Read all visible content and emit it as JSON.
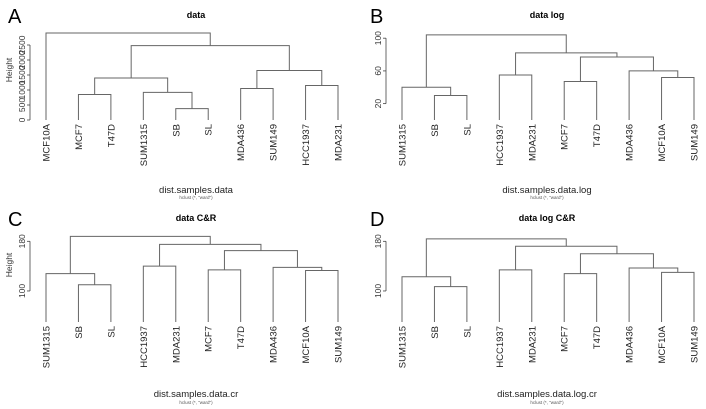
{
  "panels": [
    {
      "letter": "A",
      "title": "data",
      "xlabel": "dist.samples.data",
      "sub": "hclust (*, \"ward\")",
      "ylabel": "Height",
      "yticks": [
        0,
        500,
        1000,
        1500,
        2000,
        2500
      ],
      "ytick_labels": [
        "0",
        "500",
        "1000",
        "1500",
        "2000",
        "2500"
      ],
      "ymin": 0,
      "ymax": 3000,
      "leaves": [
        "MCF10A",
        "MCF7",
        "T47D",
        "SUM1315",
        "SB",
        "SL",
        "MDA436",
        "SUM149",
        "HCC1937",
        "MDA231"
      ],
      "merges": [
        [
          [
            4
          ],
          [
            5
          ],
          380
        ],
        [
          [
            1
          ],
          [
            2
          ],
          850
        ],
        [
          [
            3
          ],
          [
            4,
            5
          ],
          920
        ],
        [
          [
            6
          ],
          [
            7
          ],
          1050
        ],
        [
          [
            8
          ],
          [
            9
          ],
          1150
        ],
        [
          [
            1,
            2
          ],
          [
            3,
            4,
            5
          ],
          1400
        ],
        [
          [
            6,
            7
          ],
          [
            8,
            9
          ],
          1650
        ],
        [
          [
            1,
            2,
            3,
            4,
            5
          ],
          [
            6,
            7,
            8,
            9
          ],
          2480
        ],
        [
          [
            0
          ],
          [
            1,
            2,
            3,
            4,
            5,
            6,
            7,
            8,
            9
          ],
          2900
        ]
      ]
    },
    {
      "letter": "B",
      "title": "data log",
      "xlabel": "dist.samples.data.log",
      "sub": "hclust (*, \"ward\")",
      "ylabel": "",
      "yticks": [
        20,
        60,
        100
      ],
      "ytick_labels": [
        "20",
        "60",
        "100"
      ],
      "ymin": 0,
      "ymax": 110,
      "leaves": [
        "SUM1315",
        "SB",
        "SL",
        "HCC1937",
        "MDA231",
        "MCF7",
        "T47D",
        "MDA436",
        "MCF10A",
        "SUM149"
      ],
      "merges": [
        [
          [
            1
          ],
          [
            2
          ],
          30
        ],
        [
          [
            0
          ],
          [
            1,
            2
          ],
          40
        ],
        [
          [
            5
          ],
          [
            6
          ],
          47
        ],
        [
          [
            8
          ],
          [
            9
          ],
          52
        ],
        [
          [
            3
          ],
          [
            4
          ],
          55
        ],
        [
          [
            7
          ],
          [
            8,
            9
          ],
          60
        ],
        [
          [
            5,
            6
          ],
          [
            7,
            8,
            9
          ],
          77
        ],
        [
          [
            3,
            4
          ],
          [
            5,
            6,
            7,
            8,
            9
          ],
          82
        ],
        [
          [
            0,
            1,
            2
          ],
          [
            3,
            4,
            5,
            6,
            7,
            8,
            9
          ],
          104
        ]
      ]
    },
    {
      "letter": "C",
      "title": "data C&R",
      "xlabel": "dist.samples.data.cr",
      "sub": "hclust (*, \"ward\")",
      "ylabel": "Height",
      "yticks": [
        100,
        180
      ],
      "ytick_labels": [
        "100",
        "180"
      ],
      "ymin": 50,
      "ymax": 195,
      "leaves": [
        "SUM1315",
        "SB",
        "SL",
        "HCC1937",
        "MDA231",
        "MCF7",
        "T47D",
        "MDA436",
        "MCF10A",
        "SUM149"
      ],
      "merges": [
        [
          [
            1
          ],
          [
            2
          ],
          110
        ],
        [
          [
            0
          ],
          [
            1,
            2
          ],
          128
        ],
        [
          [
            8
          ],
          [
            9
          ],
          133
        ],
        [
          [
            5
          ],
          [
            6
          ],
          134
        ],
        [
          [
            7
          ],
          [
            8,
            9
          ],
          138
        ],
        [
          [
            3
          ],
          [
            4
          ],
          140
        ],
        [
          [
            5,
            6
          ],
          [
            7,
            8,
            9
          ],
          165
        ],
        [
          [
            3,
            4
          ],
          [
            5,
            6,
            7,
            8,
            9
          ],
          175
        ],
        [
          [
            0,
            1,
            2
          ],
          [
            3,
            4,
            5,
            6,
            7,
            8,
            9
          ],
          188
        ]
      ]
    },
    {
      "letter": "D",
      "title": "data log C&R",
      "xlabel": "dist.samples.data.log.cr",
      "sub": "hclust (*, \"ward\")",
      "ylabel": "",
      "yticks": [
        100,
        180
      ],
      "ytick_labels": [
        "100",
        "180"
      ],
      "ymin": 50,
      "ymax": 195,
      "leaves": [
        "SUM1315",
        "SB",
        "SL",
        "HCC1937",
        "MDA231",
        "MCF7",
        "T47D",
        "MDA436",
        "MCF10A",
        "SUM149"
      ],
      "merges": [
        [
          [
            1
          ],
          [
            2
          ],
          107
        ],
        [
          [
            0
          ],
          [
            1,
            2
          ],
          123
        ],
        [
          [
            5
          ],
          [
            6
          ],
          128
        ],
        [
          [
            8
          ],
          [
            9
          ],
          130
        ],
        [
          [
            3
          ],
          [
            4
          ],
          134
        ],
        [
          [
            7
          ],
          [
            8,
            9
          ],
          137
        ],
        [
          [
            5,
            6
          ],
          [
            7,
            8,
            9
          ],
          160
        ],
        [
          [
            3,
            4
          ],
          [
            5,
            6,
            7,
            8,
            9
          ],
          172
        ],
        [
          [
            0,
            1,
            2
          ],
          [
            3,
            4,
            5,
            6,
            7,
            8,
            9
          ],
          184
        ]
      ]
    }
  ]
}
